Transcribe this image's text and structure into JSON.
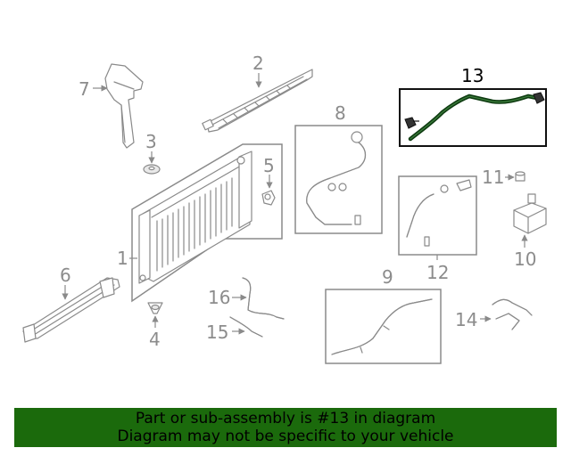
{
  "diagram": {
    "highlighted_part": "13",
    "labels": {
      "p1": "1",
      "p2": "2",
      "p3": "3",
      "p4": "4",
      "p5": "5",
      "p6": "6",
      "p7": "7",
      "p8": "8",
      "p9": "9",
      "p10": "10",
      "p11": "11",
      "p12": "12",
      "p13": "13",
      "p14": "14",
      "p15": "15",
      "p16": "16"
    }
  },
  "banner": {
    "line1": "Part or sub-assembly is #13 in diagram",
    "line2": "Diagram may not be specific to your vehicle",
    "background": "#1b6a0c"
  }
}
